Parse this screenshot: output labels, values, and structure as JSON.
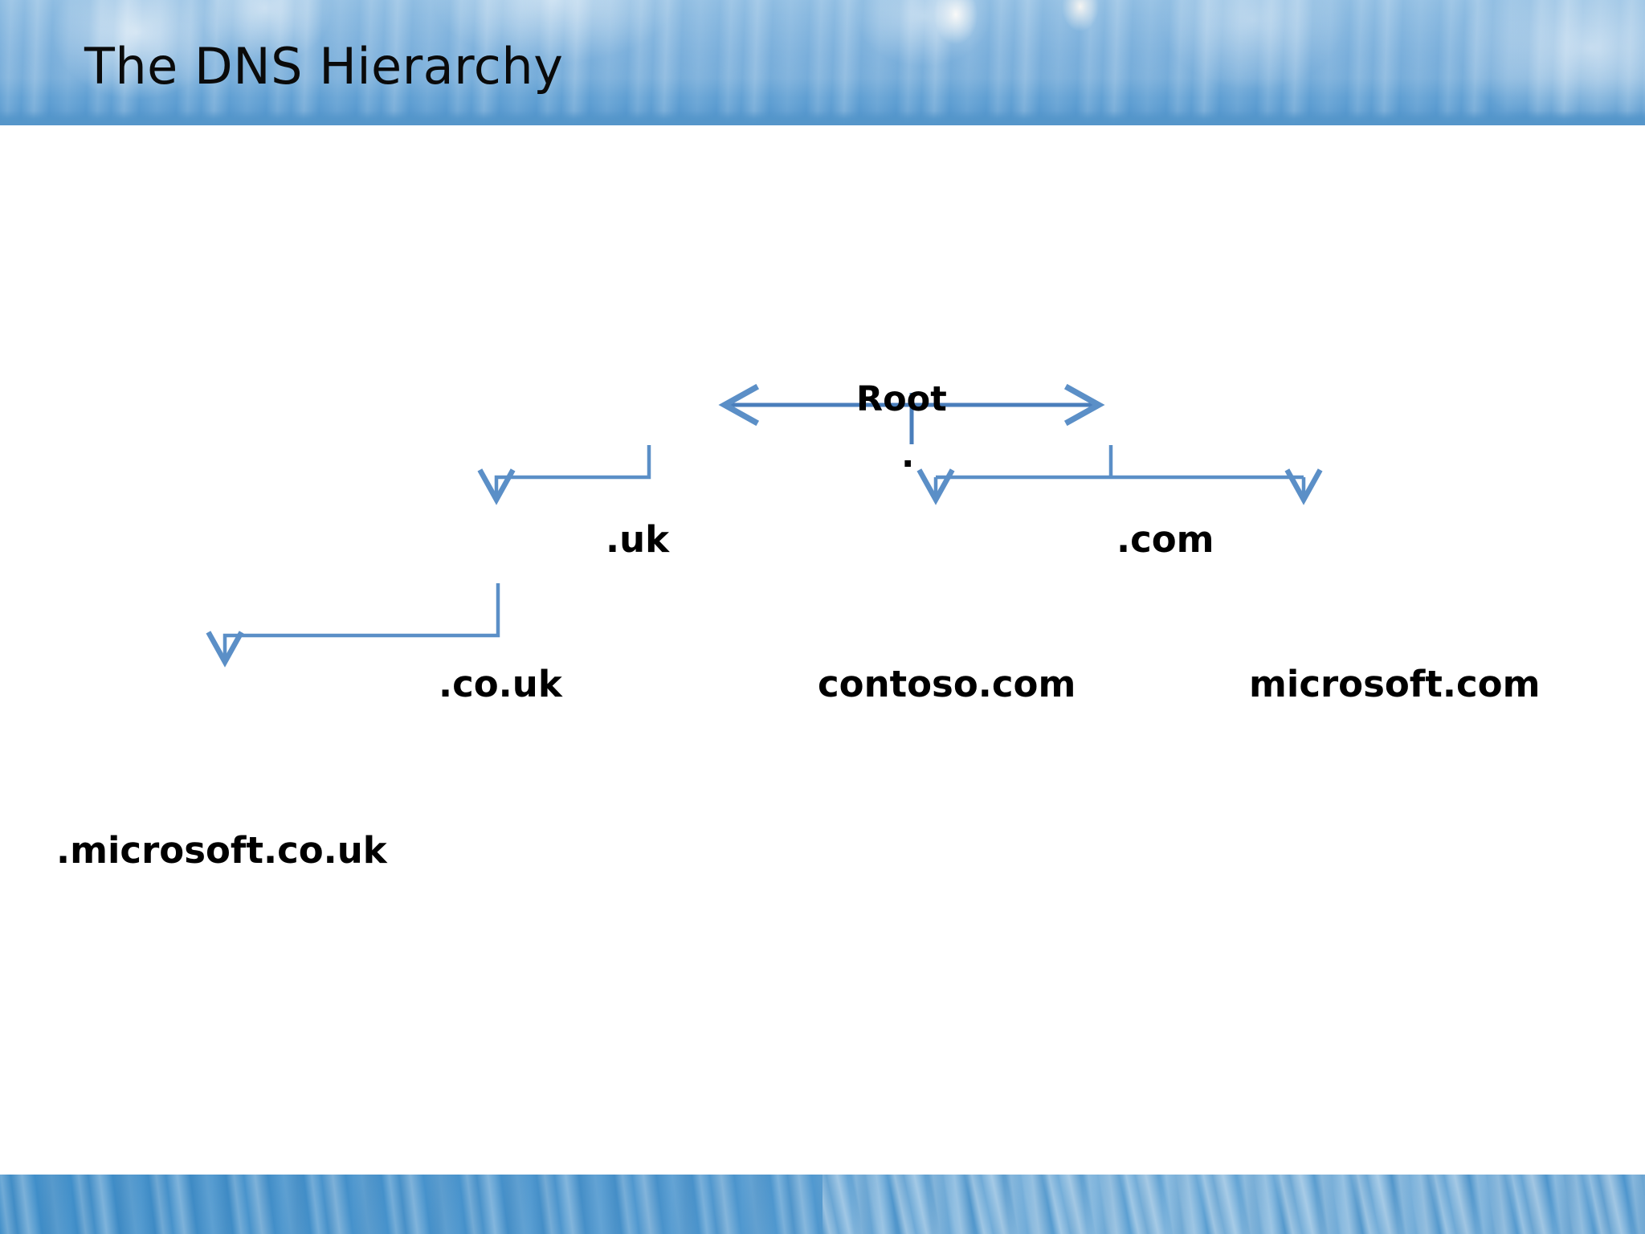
{
  "slide": {
    "title": "The DNS Hierarchy",
    "background_color": "#ffffff",
    "banner_color": "#6ba5d7",
    "title_color": "#000000"
  },
  "diagram": {
    "type": "tree",
    "connector_color": "#5b8fc7",
    "nodes": {
      "root_label": "Root",
      "root_dot": ".",
      "uk": ".uk",
      "com": ".com",
      "co_uk": ".co.uk",
      "contoso_com": "contoso.com",
      "microsoft_com": "microsoft.com",
      "microsoft_co_uk": ".microsoft.co.uk"
    },
    "edges": [
      {
        "from": "root_dot",
        "to": "uk",
        "style": "double-headed-horizontal-arrow"
      },
      {
        "from": "root_dot",
        "to": "com",
        "style": "double-headed-horizontal-arrow"
      },
      {
        "from": "uk",
        "to": "co_uk",
        "style": "elbow-arrow-down-left"
      },
      {
        "from": "com",
        "to": "contoso_com",
        "style": "fork-arrow-down-left"
      },
      {
        "from": "com",
        "to": "microsoft_com",
        "style": "fork-arrow-down-right"
      },
      {
        "from": "co_uk",
        "to": "microsoft_co_uk",
        "style": "elbow-arrow-down-left"
      }
    ]
  }
}
